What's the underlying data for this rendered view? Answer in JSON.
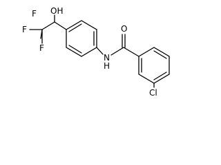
{
  "molecule": {
    "atoms": {
      "hydroxyl": "OH",
      "fluorine_1": "F",
      "fluorine_2": "F",
      "fluorine_3": "F",
      "carbonyl_oxygen": "O",
      "amide_nitrogen": "N",
      "amide_hydrogen": "H",
      "chlorine": "Cl"
    }
  }
}
